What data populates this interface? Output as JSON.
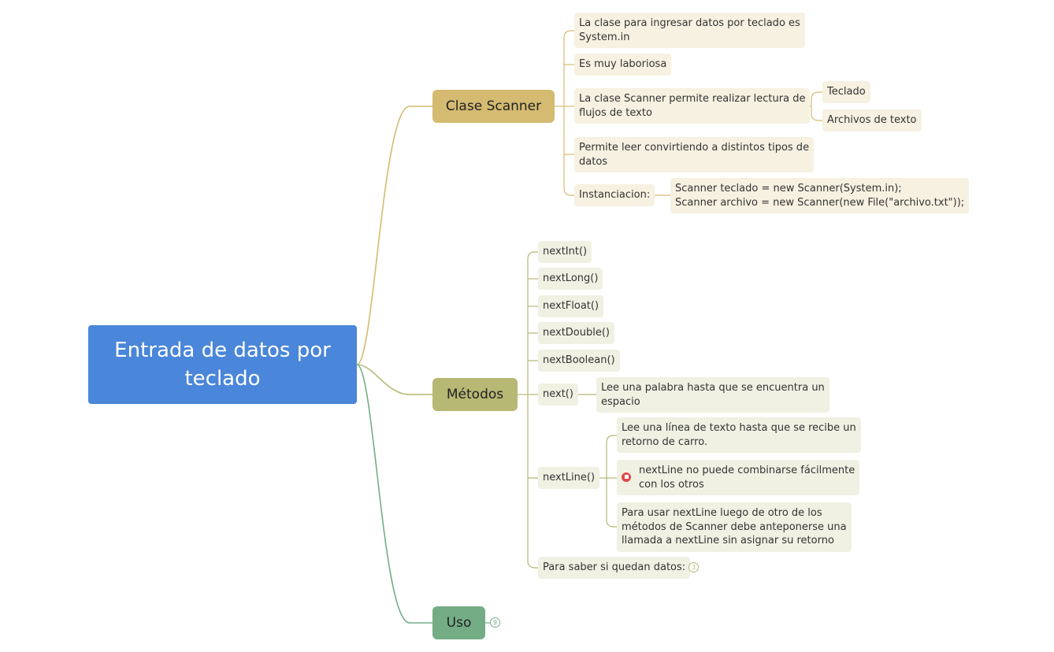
{
  "root": {
    "title": "Entrada de datos por teclado"
  },
  "branches": {
    "scanner": {
      "label": "Clase Scanner",
      "color": "#d4bb71",
      "items": {
        "input": "La clase para ingresar datos por teclado es\nSystem.in",
        "laboriosa": "Es muy laboriosa",
        "lectura": "La clase Scanner permite realizar lectura de\nflujos de texto",
        "teclado": "Teclado",
        "archivos": "Archivos de texto",
        "convertir": "Permite leer convirtiendo a distintos tipos de\ndatos",
        "instanciacion": "Instanciacion:",
        "code": "Scanner teclado = new Scanner(System.in);\nScanner archivo = new Scanner(new File(\"archivo.txt\"));"
      }
    },
    "metodos": {
      "label": "Métodos",
      "color": "#b6b874",
      "items": {
        "nextInt": "nextInt()",
        "nextLong": "nextLong()",
        "nextFloat": "nextFloat()",
        "nextDouble": "nextDouble()",
        "nextBoolean": "nextBoolean()",
        "next": "next()",
        "next_desc": "Lee una palabra hasta que se encuentra un\nespacio",
        "nextLine": "nextLine()",
        "nextLine_desc1": "Lee una línea de texto hasta que se recibe un\nretorno de carro.",
        "nextLine_desc2": "nextLine no puede combinarse fácilmente\ncon los otros",
        "nextLine_desc3": "Para usar nextLine luego de otro de los\nmétodos de Scanner debe anteponerse una\nllamada a nextLine sin asignar su retorno",
        "quedan": "Para saber si quedan datos:",
        "quedan_count": "3"
      }
    },
    "uso": {
      "label": "Uso",
      "color": "#74ad85",
      "count": "9"
    }
  },
  "icons": {
    "flag": "flag-icon"
  }
}
